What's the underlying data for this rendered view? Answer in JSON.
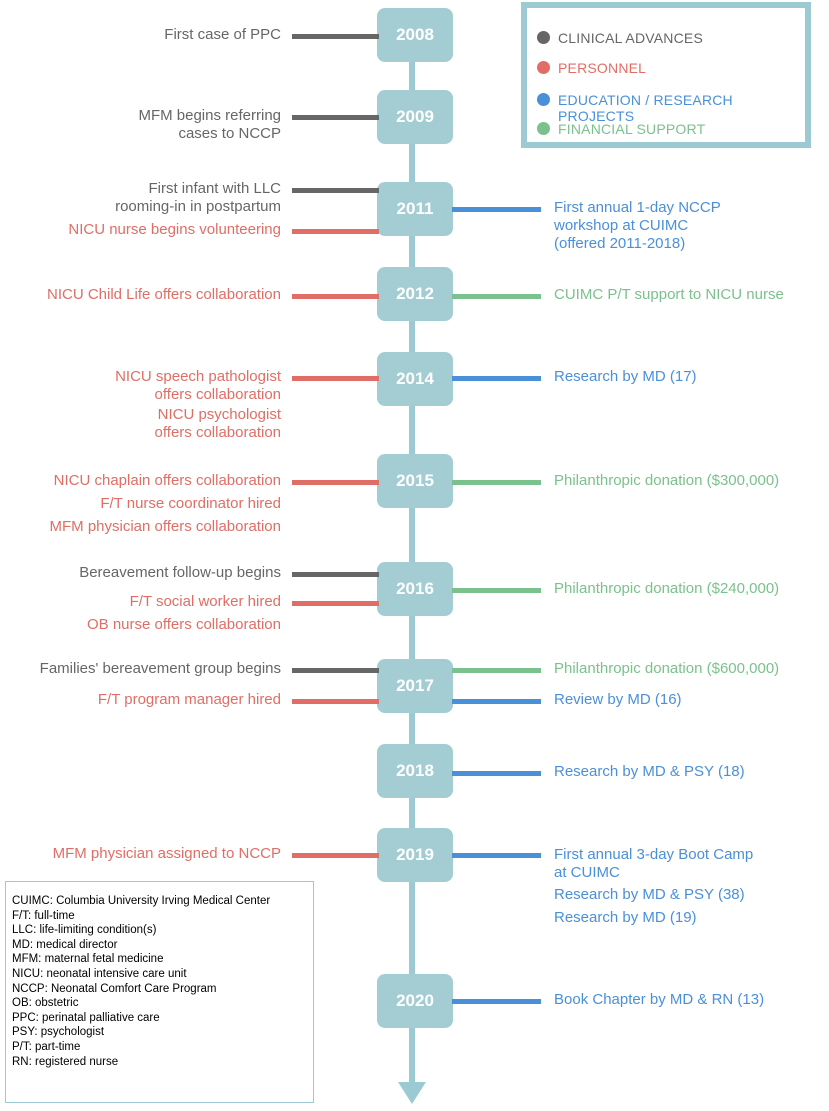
{
  "colors": {
    "clinical": "#666666",
    "personnel": "#e06e66",
    "education": "#4a90d9",
    "financial": "#7bc18d",
    "spine": "#9ccad2",
    "year_box": "#a3cdd3"
  },
  "legend": {
    "items": [
      {
        "key": "clinical",
        "label": "CLINICAL ADVANCES"
      },
      {
        "key": "personnel",
        "label": "PERSONNEL"
      },
      {
        "key": "education",
        "label": "EDUCATION / RESEARCH PROJECTS"
      },
      {
        "key": "financial",
        "label": "FINANCIAL SUPPORT"
      }
    ]
  },
  "timeline": [
    {
      "year": "2008",
      "left": [
        {
          "cat": "clinical",
          "text": "First case of PPC"
        }
      ],
      "right": []
    },
    {
      "year": "2009",
      "left": [
        {
          "cat": "clinical",
          "text": "MFM begins referring\ncases to NCCP"
        }
      ],
      "right": []
    },
    {
      "year": "2011",
      "left": [
        {
          "cat": "clinical",
          "text": "First infant with LLC\nrooming-in in postpartum"
        },
        {
          "cat": "personnel",
          "text": "NICU nurse begins volunteering"
        }
      ],
      "right": [
        {
          "cat": "education",
          "text": "First annual 1-day NCCP\nworkshop at CUIMC\n(offered 2011-2018)"
        }
      ]
    },
    {
      "year": "2012",
      "left": [
        {
          "cat": "personnel",
          "text": "NICU Child Life offers collaboration"
        }
      ],
      "right": [
        {
          "cat": "financial",
          "text": "CUIMC P/T support to NICU nurse"
        }
      ]
    },
    {
      "year": "2014",
      "left": [
        {
          "cat": "personnel",
          "text": "NICU speech pathologist\noffers collaboration"
        },
        {
          "cat": "personnel",
          "text": "NICU psychologist\noffers collaboration"
        }
      ],
      "right": [
        {
          "cat": "education",
          "text": "Research by MD (17)"
        }
      ]
    },
    {
      "year": "2015",
      "left": [
        {
          "cat": "personnel",
          "text": "NICU chaplain offers collaboration"
        },
        {
          "cat": "personnel",
          "text": "F/T nurse coordinator hired"
        },
        {
          "cat": "personnel",
          "text": "MFM physician offers collaboration"
        }
      ],
      "right": [
        {
          "cat": "financial",
          "text": "Philanthropic donation ($300,000)"
        }
      ]
    },
    {
      "year": "2016",
      "left": [
        {
          "cat": "clinical",
          "text": "Bereavement follow-up begins"
        },
        {
          "cat": "personnel",
          "text": "F/T social worker hired"
        },
        {
          "cat": "personnel",
          "text": "OB nurse offers collaboration"
        }
      ],
      "right": [
        {
          "cat": "financial",
          "text": "Philanthropic donation ($240,000)"
        }
      ]
    },
    {
      "year": "2017",
      "left": [
        {
          "cat": "clinical",
          "text": "Families' bereavement group begins"
        },
        {
          "cat": "personnel",
          "text": "F/T program manager hired"
        }
      ],
      "right": [
        {
          "cat": "financial",
          "text": "Philanthropic donation ($600,000)"
        },
        {
          "cat": "education",
          "text": "Review by MD (16)"
        }
      ]
    },
    {
      "year": "2018",
      "left": [],
      "right": [
        {
          "cat": "education",
          "text": "Research by MD & PSY (18)"
        }
      ]
    },
    {
      "year": "2019",
      "left": [
        {
          "cat": "personnel",
          "text": "MFM physician assigned to NCCP"
        }
      ],
      "right": [
        {
          "cat": "education",
          "text": "First annual 3-day Boot Camp\nat CUIMC"
        },
        {
          "cat": "education",
          "text": "Research by MD & PSY (38)"
        },
        {
          "cat": "education",
          "text": "Research by MD (19)"
        }
      ]
    },
    {
      "year": "2020",
      "left": [],
      "right": [
        {
          "cat": "education",
          "text": "Book Chapter by MD & RN (13)"
        }
      ]
    }
  ],
  "abbreviations": [
    "CUIMC: Columbia University Irving Medical Center",
    "F/T: full-time",
    "LLC: life-limiting condition(s)",
    "MD: medical director",
    "MFM: maternal fetal medicine",
    "NICU: neonatal intensive care unit",
    "NCCP: Neonatal Comfort Care Program",
    "OB: obstetric",
    "PPC: perinatal palliative care",
    "PSY: psychologist",
    "P/T: part-time",
    "RN: registered nurse"
  ]
}
